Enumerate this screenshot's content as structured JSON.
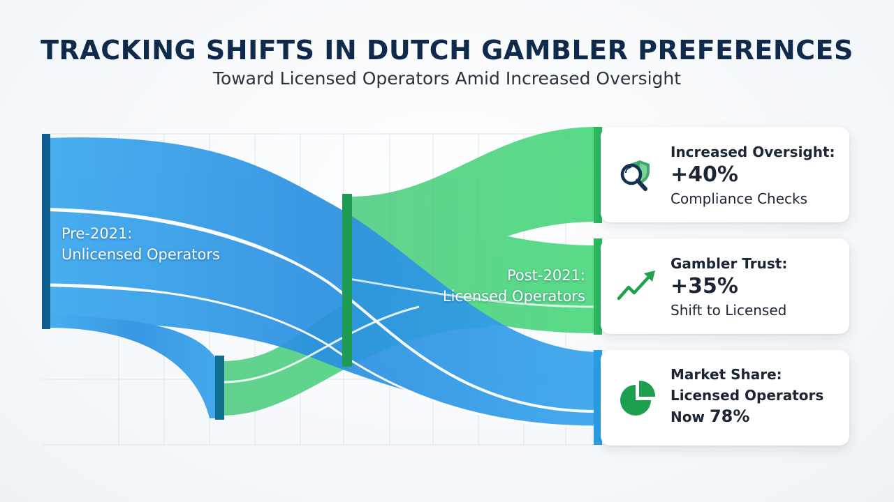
{
  "header": {
    "title": "TRACKING SHIFTS IN DUTCH GAMBLER PREFERENCES",
    "subtitle": "Toward Licensed Operators Amid Increased Oversight"
  },
  "nodes": {
    "source_line1": "Pre-2021:",
    "source_line2": "Unlicensed Operators",
    "target_line1": "Post-2021:",
    "target_line2": "Licensed Operators"
  },
  "cards": [
    {
      "icon": "magnifier-shield-icon",
      "heading": "Increased Oversight:",
      "value": "+40%",
      "note": "Compliance Checks",
      "accent": "#2a9d5c"
    },
    {
      "icon": "trend-up-arrow-icon",
      "heading": "Gambler Trust:",
      "value": "+35%",
      "note": "Shift to Licensed",
      "accent": "#1fa34a"
    },
    {
      "icon": "pie-chart-icon",
      "heading": "Market Share:",
      "line2": "Licensed Operators",
      "line3_prefix": "Now",
      "line3_value": "78%",
      "accent": "#1e9e4f"
    }
  ],
  "colors": {
    "blue_flow": "#2f9be6",
    "green_flow": "#3ccf6e",
    "dark_blue_bar": "#0d5c8c",
    "green_bar": "#1f9a52",
    "title": "#0f2a4a"
  }
}
